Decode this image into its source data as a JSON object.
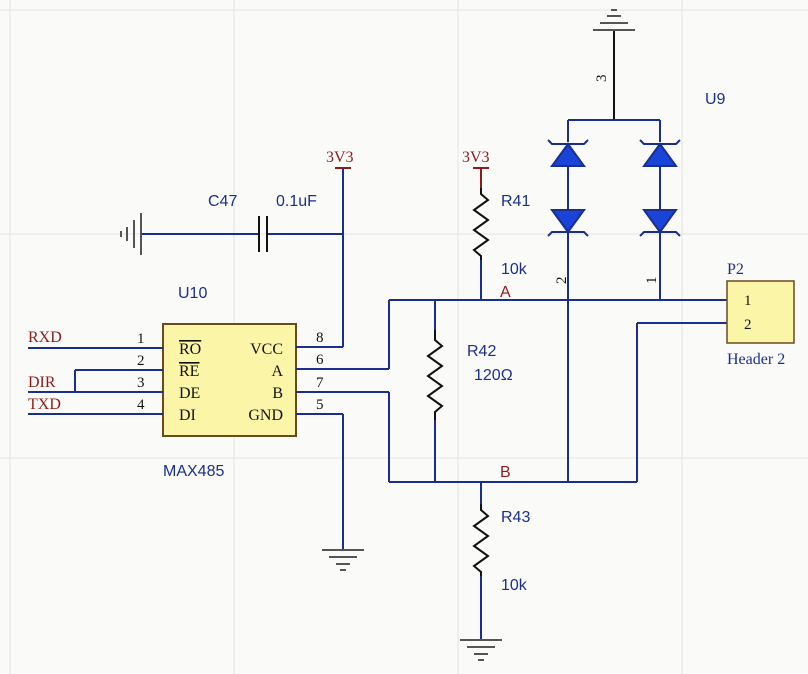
{
  "chip": {
    "designator": "U10",
    "part": "MAX485",
    "left_pins": [
      {
        "num": "1",
        "name": "RO"
      },
      {
        "num": "2",
        "name": "RE"
      },
      {
        "num": "3",
        "name": "DE"
      },
      {
        "num": "4",
        "name": "DI"
      }
    ],
    "right_pins": [
      {
        "num": "8",
        "name": "VCC"
      },
      {
        "num": "6",
        "name": "A"
      },
      {
        "num": "7",
        "name": "B"
      },
      {
        "num": "5",
        "name": "GND"
      }
    ]
  },
  "nets": {
    "rxd": "RXD",
    "dir": "DIR",
    "txd": "TXD",
    "a": "A",
    "b": "B"
  },
  "power": {
    "vcc_left": "3V3",
    "vcc_right": "3V3"
  },
  "capacitor": {
    "designator": "C47",
    "value": "0.1uF"
  },
  "resistors": [
    {
      "designator": "R41",
      "value": "10k"
    },
    {
      "designator": "R42",
      "value": "120Ω"
    },
    {
      "designator": "R43",
      "value": "10k"
    }
  ],
  "tvs": {
    "designator": "U9",
    "pin_top": "3",
    "pin_left": "2",
    "pin_right": "1"
  },
  "header": {
    "designator": "P2",
    "name": "Header 2",
    "pins": [
      "1",
      "2"
    ]
  },
  "colors": {
    "wire": "#1a2f8c",
    "power_port": "#8b1c1c",
    "component_fill": "#fbf5a8",
    "diode_fill": "#1a44d8"
  }
}
